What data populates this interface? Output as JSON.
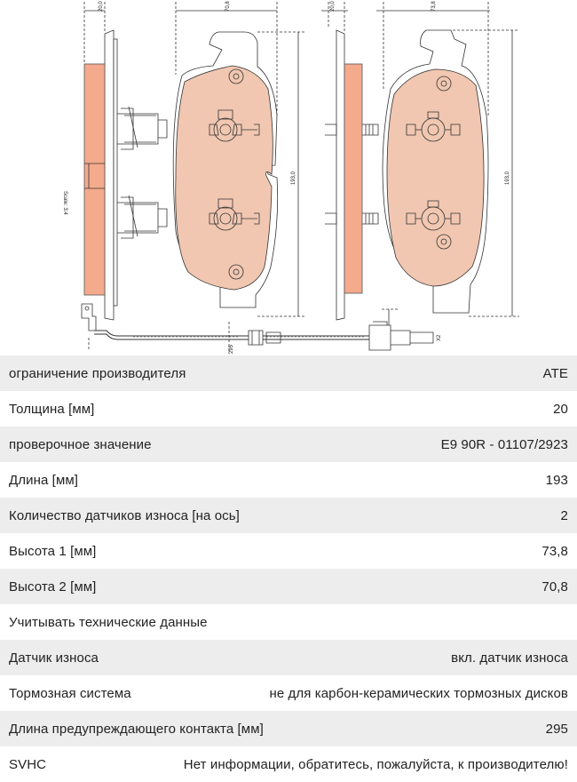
{
  "drawing": {
    "pad_color": "#f1c7b1",
    "plate_color": "#f4aa8c",
    "dim_left_thickness": "20,0",
    "dim_left_height": "70,8",
    "dim_left_length": "193,0",
    "scale_text": "Scale: 3:4",
    "dim_right_thickness": "20,0",
    "dim_right_height": "73,8",
    "dim_right_length": "193,0",
    "wire_length": "295",
    "wire_tag": "X2"
  },
  "specs": [
    {
      "label": "ограничение производителя",
      "value": "ATE"
    },
    {
      "label": "Толщина [мм]",
      "value": "20"
    },
    {
      "label": "проверочное значение",
      "value": "E9 90R - 01107/2923"
    },
    {
      "label": "Длина [мм]",
      "value": "193"
    },
    {
      "label": "Количество датчиков износа [на ось]",
      "value": "2"
    },
    {
      "label": "Высота 1 [мм]",
      "value": "73,8"
    },
    {
      "label": "Высота 2 [мм]",
      "value": "70,8"
    },
    {
      "label": "Учитывать технические данные",
      "value": ""
    },
    {
      "label": "Датчик износа",
      "value": "вкл. датчик износа"
    },
    {
      "label": "Тормозная система",
      "value": "не для карбон-керамических тормозных дисков"
    },
    {
      "label": "Длина предупреждающего контакта [мм]",
      "value": "295"
    },
    {
      "label": "SVHC",
      "value": "Нет информации, обратитесь, пожалуйста, к производителю!"
    }
  ]
}
